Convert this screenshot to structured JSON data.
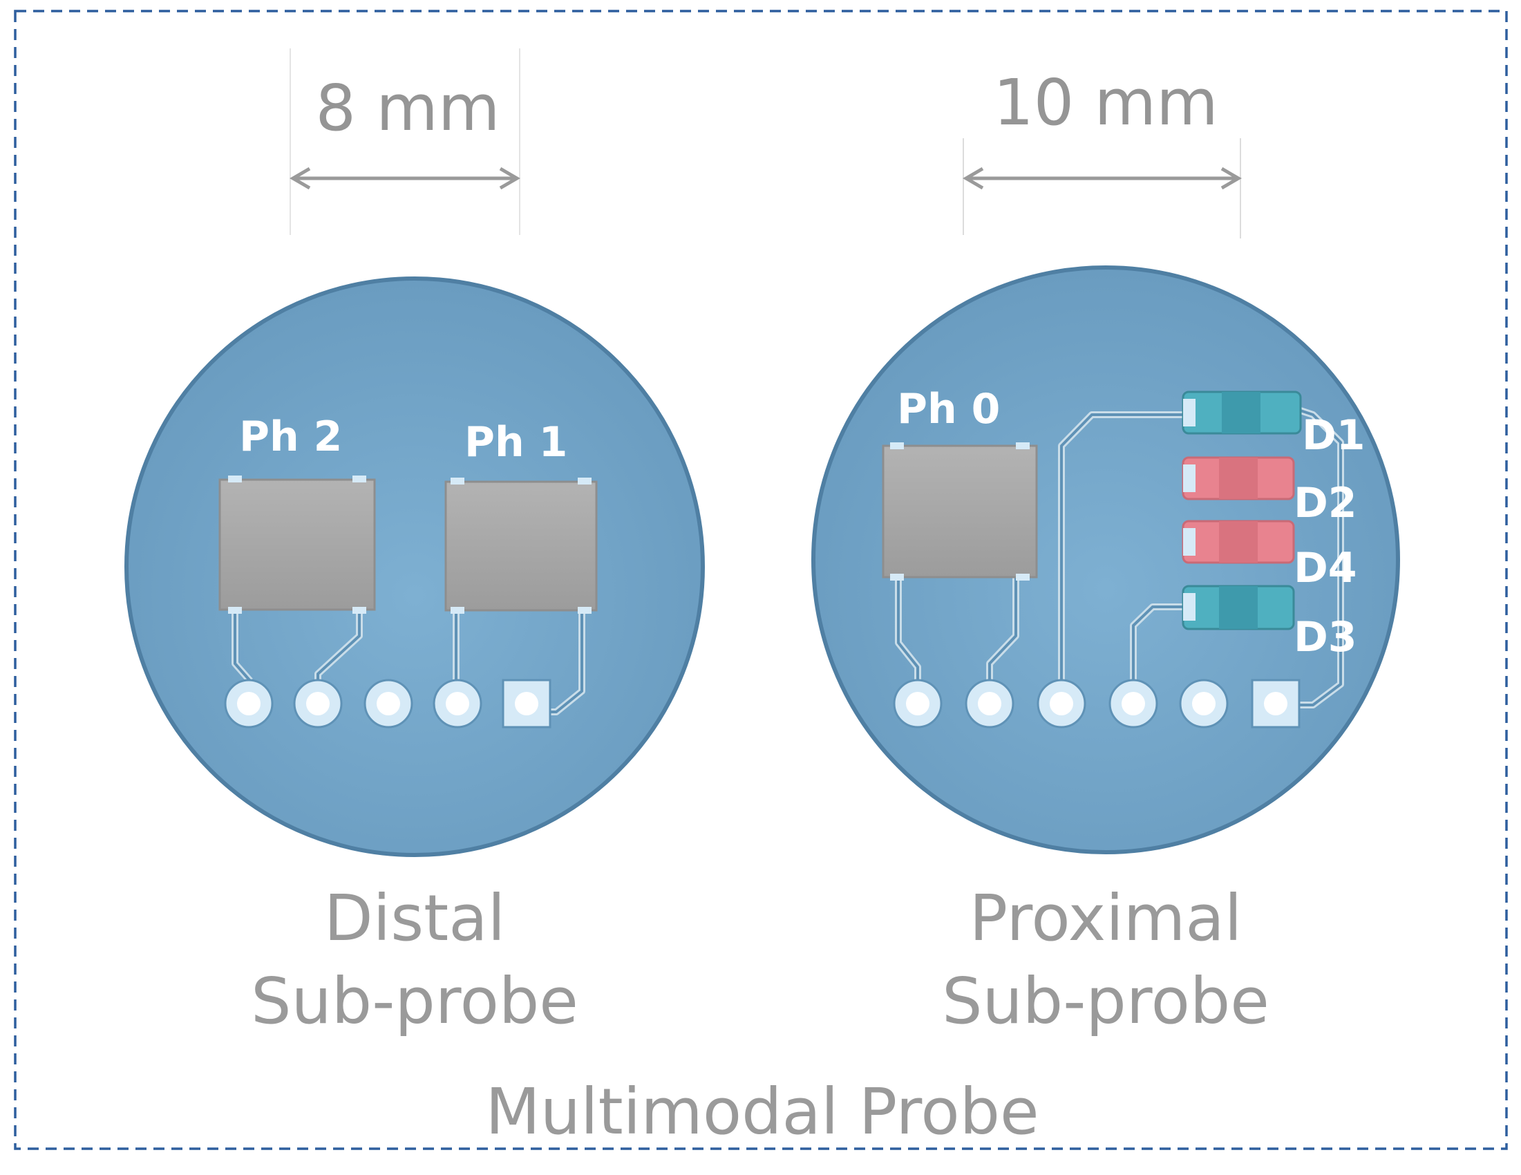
{
  "diagram": {
    "title": "Multimodal Probe",
    "colors": {
      "frame": "#2e5f9e",
      "board": "#6d9fc2",
      "board_edge": "#4f7fa3",
      "photodiode": "#a8a8a8",
      "led_red": "#e8838f",
      "led_teal": "#4fb0c0",
      "pad": "#d6eaf7"
    },
    "distal": {
      "dimension": "8 mm",
      "label_line1": "Distal",
      "label_line2": "Sub-probe",
      "photodiodes": [
        "Ph 2",
        "Ph 1"
      ]
    },
    "proximal": {
      "dimension": "10 mm",
      "label_line1": "Proximal",
      "label_line2": "Sub-probe",
      "photodiodes": [
        "Ph 0"
      ],
      "leds": [
        "D1",
        "D2",
        "D4",
        "D3"
      ]
    }
  }
}
